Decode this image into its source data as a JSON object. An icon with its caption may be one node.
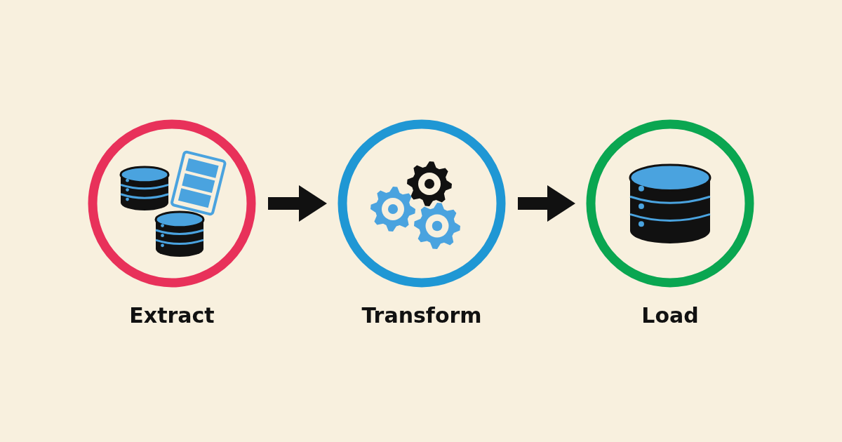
{
  "diagram": {
    "nodes": [
      {
        "text": [
          "Extract"
        ]
      },
      {
        "text": [
          "Transform"
        ]
      },
      {
        "text": [
          "Load"
        ]
      }
    ],
    "edges": [
      {
        "from": 0,
        "to": 1,
        "arrow": "to"
      },
      {
        "from": 1,
        "to": 2,
        "arrow": "to"
      }
    ]
  }
}
